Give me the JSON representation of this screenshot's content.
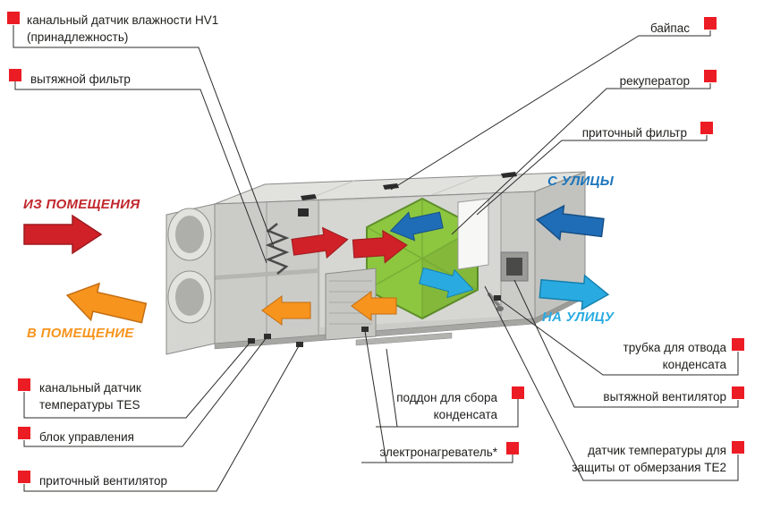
{
  "labels": {
    "hv1": {
      "lines": [
        "канальный датчик влажности HV1",
        "(принадлежность)"
      ]
    },
    "exhaust_filter": {
      "lines": [
        "вытяжной фильтр"
      ]
    },
    "bypass": {
      "lines": [
        "байпас"
      ]
    },
    "recuperator": {
      "lines": [
        "рекуператор"
      ]
    },
    "supply_filter": {
      "lines": [
        "приточный фильтр"
      ]
    },
    "condensate_tube": {
      "lines": [
        "трубка для отвода",
        "конденсата"
      ]
    },
    "exhaust_fan": {
      "lines": [
        "вытяжной вентилятор"
      ]
    },
    "te2": {
      "lines": [
        "датчик температуры для",
        "защиты от обмерзания TE2"
      ]
    },
    "drain_pan": {
      "lines": [
        "поддон для сбора",
        "конденсата"
      ]
    },
    "heater": {
      "lines": [
        "электронагреватель*"
      ]
    },
    "tes": {
      "lines": [
        "канальный датчик",
        "температуры TES"
      ]
    },
    "control_unit": {
      "lines": [
        "блок управления"
      ]
    },
    "supply_fan": {
      "lines": [
        "приточный вентилятор"
      ]
    }
  },
  "flows": {
    "from_room": {
      "label": "ИЗ ПОМЕЩЕНИЯ",
      "color": "#c1272d"
    },
    "to_room": {
      "label": "В ПОМЕЩЕНИЕ",
      "color": "#f7941d"
    },
    "from_street": {
      "label": "С УЛИЦЫ",
      "color": "#1b75bb"
    },
    "to_street": {
      "label": "НА УЛИЦУ",
      "color": "#29abe2"
    }
  },
  "colors": {
    "callout_marker": "#ec1c24",
    "recuperator_green": "#8dc63f",
    "unit_body_gray": "#d6d7d3",
    "extract_red": "#cf2127",
    "supply_warm_orange": "#f7941e",
    "intake_blue": "#1f6db6",
    "exhaust_cyan": "#29abe2"
  }
}
